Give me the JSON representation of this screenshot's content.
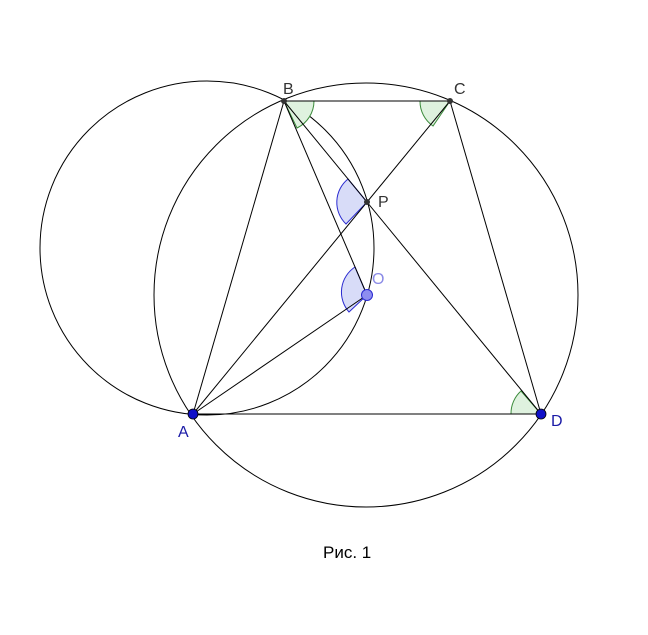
{
  "colors": {
    "stroke": "#000000",
    "label_dark": "#333333",
    "label_blue": "#1a1aa6",
    "label_light_blue": "#8a8ae6",
    "point_blue": "#1010c8",
    "angle_green_fill": "#dff2df",
    "angle_green_stroke": "#3c8c3c",
    "angle_blue_fill": "#d8dcf8",
    "angle_blue_stroke": "#2a2ad0"
  },
  "points": {
    "A": {
      "label": "A"
    },
    "B": {
      "label": "B"
    },
    "C": {
      "label": "C"
    },
    "D": {
      "label": "D"
    },
    "P": {
      "label": "P"
    },
    "O": {
      "label": "O"
    }
  },
  "caption": "Рис. 1"
}
